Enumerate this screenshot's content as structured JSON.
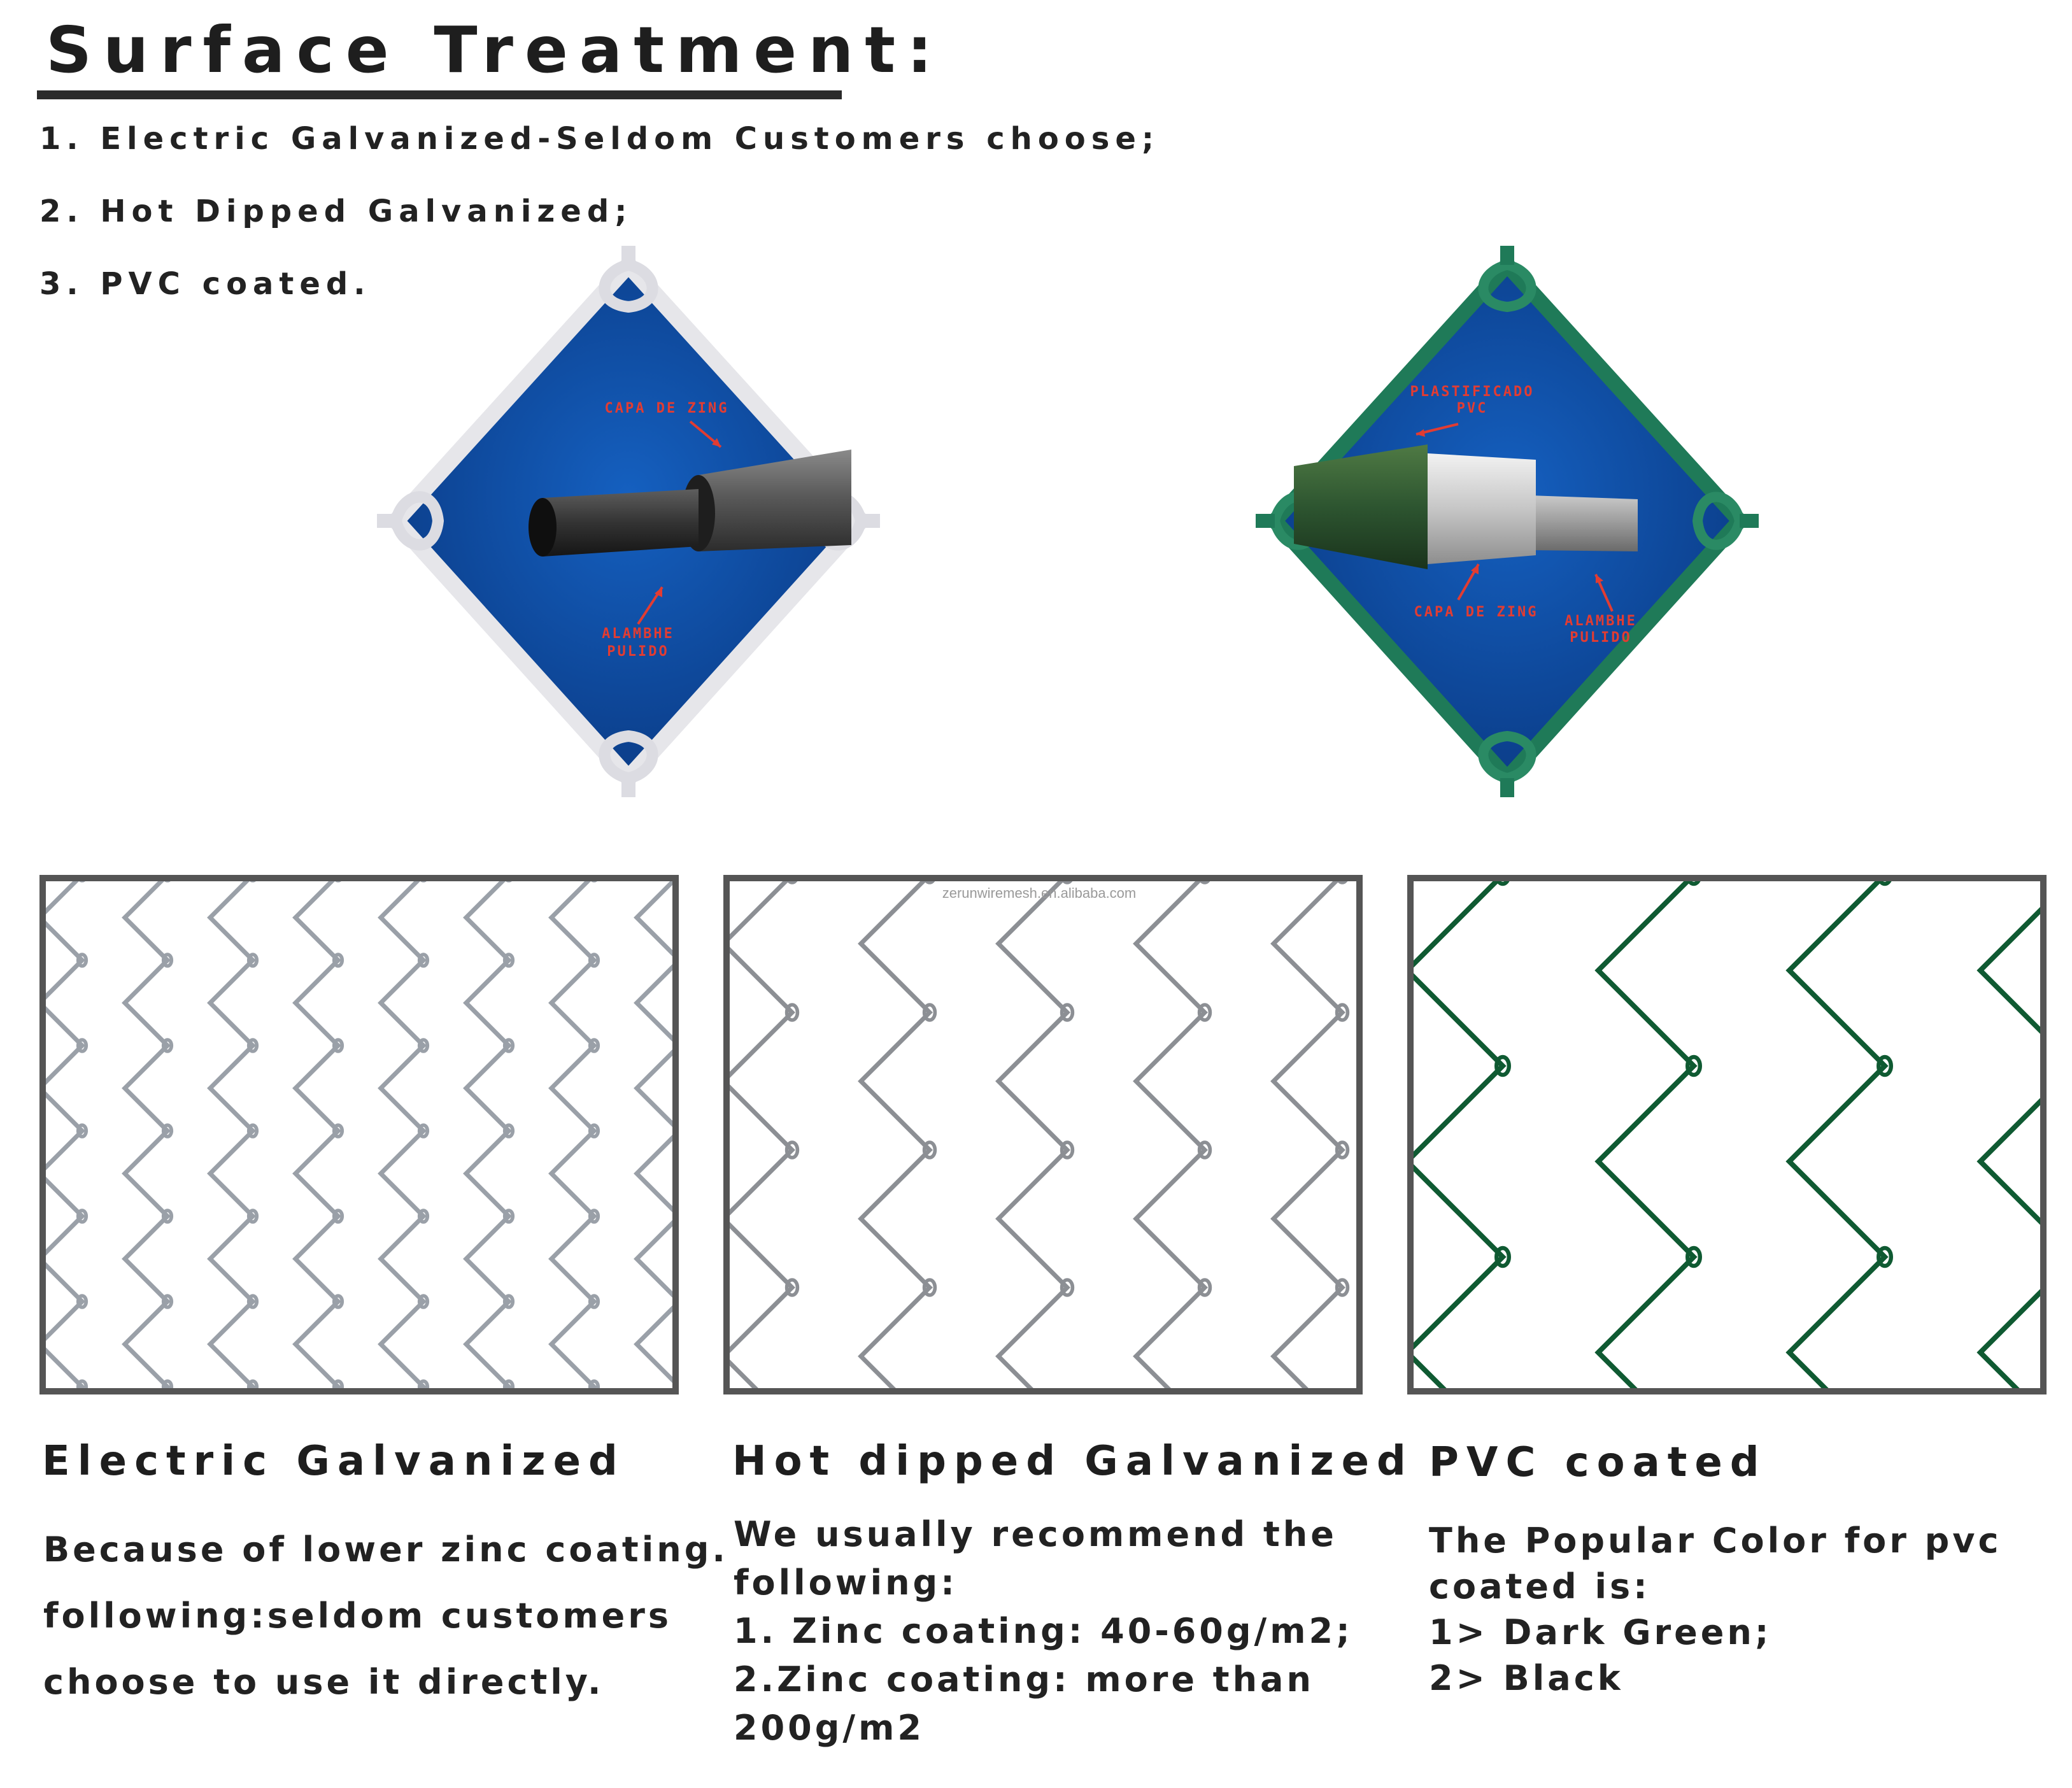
{
  "header": {
    "title": "Surface Treatment:",
    "items": [
      "1. Electric Galvanized-Seldom Customers choose;",
      "2. Hot Dipped Galvanized;",
      "3. PVC coated."
    ]
  },
  "diagrams": {
    "zinc": {
      "label_top": "CAPA DE ZING",
      "label_bottom_1": "ALAMBHE",
      "label_bottom_2": "PULIDO",
      "frame_color": "#e8e8ec",
      "bg_color": "#0d4aa0"
    },
    "pvc": {
      "label_top_1": "PLASTIFICADO",
      "label_top_2": "PVC",
      "label_zinc": "CAPA DE ZING",
      "label_wire_1": "ALAMBHE",
      "label_wire_2": "PULIDO",
      "frame_color": "#1f7a58",
      "bg_color": "#0d4aa0"
    }
  },
  "panels": {
    "watermark": "zerunwiremesh.en.alibaba.com",
    "colors": {
      "electric": "#9aa0a8",
      "hot": "#8c8f94",
      "pvc": "#0f5a32",
      "border": "#555555"
    }
  },
  "columns": [
    {
      "title": "Electric Galvanized",
      "lines": [
        "Because of lower zinc coating.",
        "following:seldom customers",
        "choose to use it directly."
      ]
    },
    {
      "title": "Hot dipped Galvanized",
      "lines": [
        "We usually recommend the",
        "following:",
        "1. Zinc coating: 40-60g/m2;",
        "2.Zinc coating: more than",
        "200g/m2"
      ]
    },
    {
      "title": "PVC coated",
      "lines": [
        "The Popular Color for pvc",
        "coated is:",
        "1> Dark Green;",
        "2> Black"
      ]
    }
  ]
}
